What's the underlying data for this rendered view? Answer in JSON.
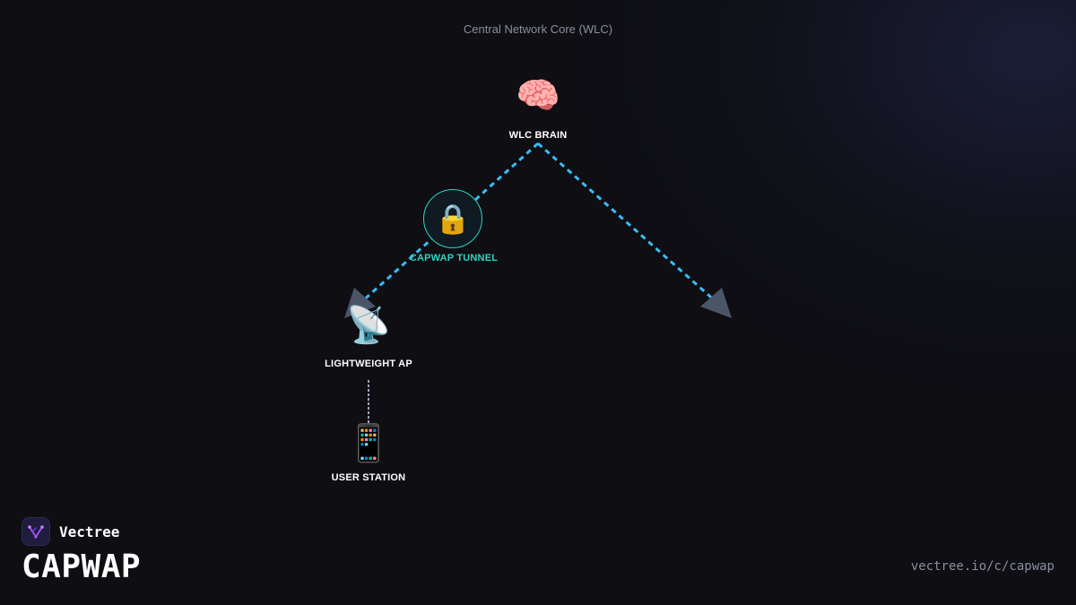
{
  "header": {
    "label": "Central Network Core (WLC)"
  },
  "nodes": {
    "wlc": {
      "icon": "🧠",
      "icon_name": "brain-icon",
      "label": "WLC BRAIN"
    },
    "tunnel": {
      "icon": "🔒",
      "icon_name": "lock-icon",
      "label": "CAPWAP TUNNEL"
    },
    "ap": {
      "icon": "📡",
      "icon_name": "satellite-antenna-icon",
      "label": "LIGHTWEIGHT AP"
    },
    "station": {
      "icon": "📱",
      "icon_name": "mobile-phone-icon",
      "label": "USER STATION"
    }
  },
  "colors": {
    "tunnel_line": "#38bdf8",
    "tunnel_accent": "#2dd4bf",
    "arrow_head": "#4b5568",
    "wireless_link": "#9aa3b5",
    "brand_accent": "#a855f7"
  },
  "brand": {
    "name": "Vectree",
    "icon_name": "vectree-logo-icon"
  },
  "page": {
    "title": "CAPWAP",
    "url": "vectree.io/c/capwap"
  }
}
